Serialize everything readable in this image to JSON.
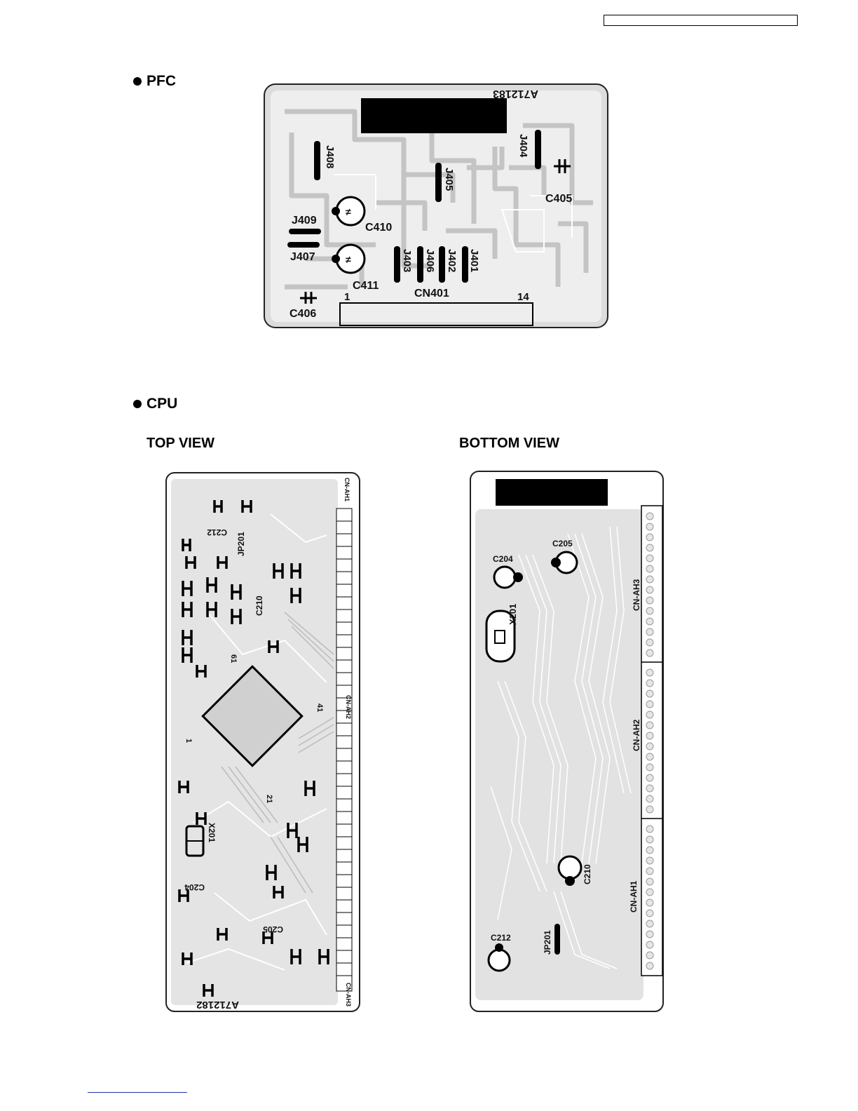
{
  "page": {
    "sections": [
      {
        "title": "PFC"
      },
      {
        "title": "CPU",
        "views": [
          {
            "label": "TOP VIEW"
          },
          {
            "label": "BOTTOM VIEW"
          }
        ]
      }
    ]
  },
  "pfc": {
    "board_code": "A712183",
    "labels": {
      "j408": "J408",
      "j404": "J404",
      "j405": "J405",
      "c405": "C405",
      "j409": "J409",
      "c410": "C410",
      "j407": "J407",
      "c411": "C411",
      "j403": "J403",
      "j406": "J406",
      "j402": "J402",
      "j401": "J401",
      "c406": "C406",
      "cn401": "CN401",
      "pin1": "1",
      "pin14": "14"
    }
  },
  "cpu_top": {
    "board_code": "A712182",
    "labels": {
      "cn_ah1": "CN-AH1",
      "cn_ah2": "CN-AH2",
      "cn_ah3": "CN-AH3",
      "c212": "C212",
      "jp201": "JP201",
      "c210": "C210",
      "x201": "X201",
      "c204": "C204",
      "c205": "C205",
      "pin61": "61",
      "pin41": "41",
      "pin21": "21",
      "pin1": "1"
    }
  },
  "cpu_bottom": {
    "labels": {
      "c205": "C205",
      "c204": "C204",
      "x201": "X201",
      "cn_ah3": "CN-AH3",
      "cn_ah2": "CN-AH2",
      "c210": "C210",
      "cn_ah1": "CN-AH1",
      "c212": "C212",
      "jp201": "JP201"
    }
  }
}
